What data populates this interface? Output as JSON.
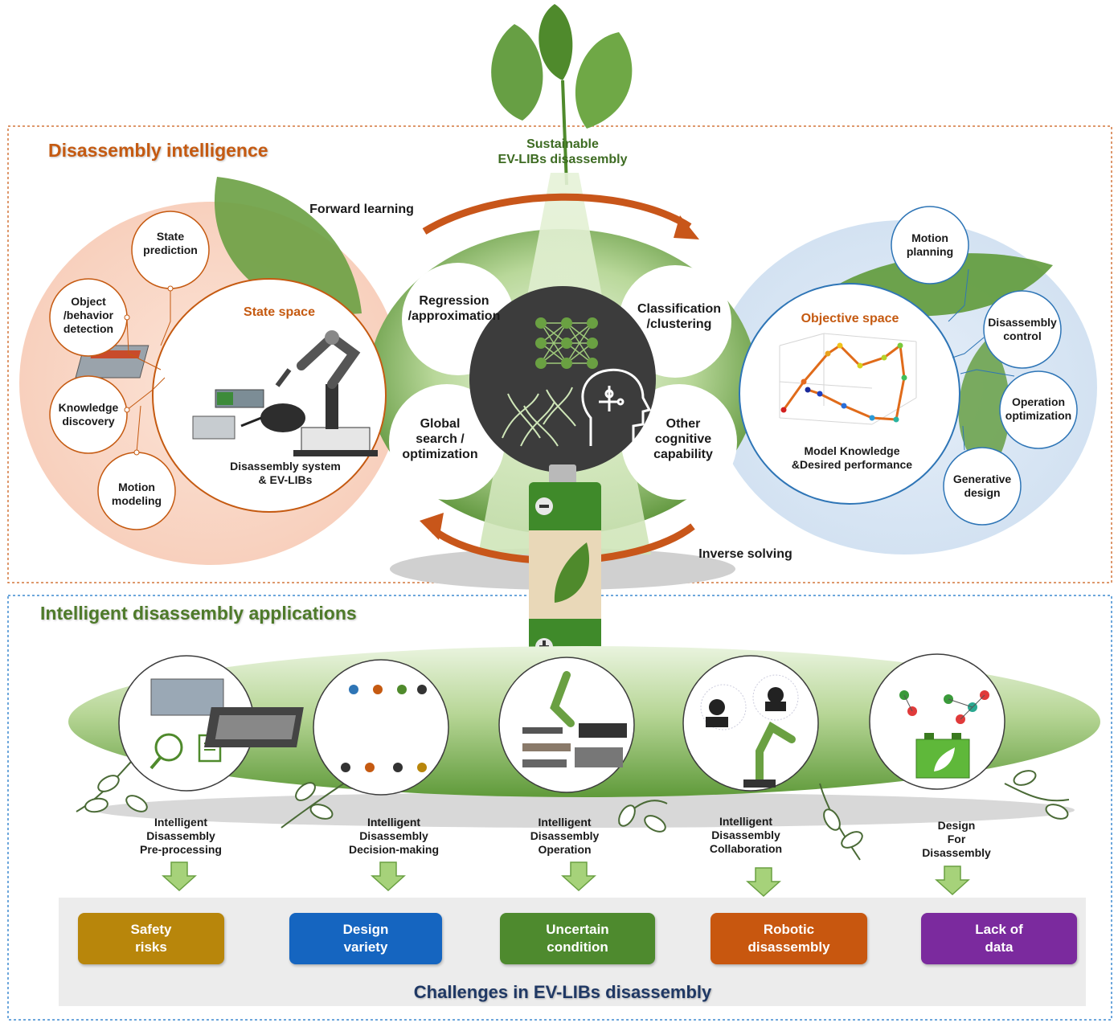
{
  "sections": {
    "intelligence_title": "Disassembly intelligence",
    "applications_title": "Intelligent disassembly applications",
    "challenges_title": "Challenges in EV-LIBs disassembly"
  },
  "center": {
    "sustainable": "Sustainable\nEV-LIBs disassembly",
    "forward": "Forward learning",
    "inverse": "Inverse solving",
    "petals": {
      "regression": "Regression\n/approximation",
      "classification": "Classification\n/clustering",
      "global_search": "Global\nsearch /\noptimization",
      "other": "Other\ncognitive\ncapability"
    }
  },
  "state_space": {
    "title": "State space",
    "caption": "Disassembly system\n& EV-LIBs",
    "nodes": {
      "state_prediction": "State\nprediction",
      "object_detection": "Object\n/behavior\ndetection",
      "knowledge_discovery": "Knowledge\ndiscovery",
      "motion_modeling": "Motion\nmodeling"
    }
  },
  "objective_space": {
    "title": "Objective space",
    "caption": "Model Knowledge\n&Desired performance",
    "nodes": {
      "motion_planning": "Motion\nplanning",
      "disassembly_control": "Disassembly\ncontrol",
      "operation_optimization": "Operation\noptimization",
      "generative_design": "Generative\ndesign"
    }
  },
  "applications": [
    {
      "label": "Intelligent\nDisassembly\nPre-processing"
    },
    {
      "label": "Intelligent\nDisassembly\nDecision-making"
    },
    {
      "label": "Intelligent\nDisassembly\nOperation"
    },
    {
      "label": "Intelligent\nDisassembly\nCollaboration"
    },
    {
      "label": "Design\nFor\nDisassembly"
    }
  ],
  "challenges": [
    {
      "label": "Safety\nrisks",
      "color": "#B8860B"
    },
    {
      "label": "Design\nvariety",
      "color": "#1565C0"
    },
    {
      "label": "Uncertain\ncondition",
      "color": "#4E8A2E"
    },
    {
      "label": "Robotic\ndisassembly",
      "color": "#C8570F"
    },
    {
      "label": "Lack of\ndata",
      "color": "#7B2A9E"
    }
  ],
  "colors": {
    "orange_title": "#C55A11",
    "green_title": "#4E7A2A",
    "navy_title": "#1F3864",
    "leaf_green": "#5E9A3A"
  }
}
